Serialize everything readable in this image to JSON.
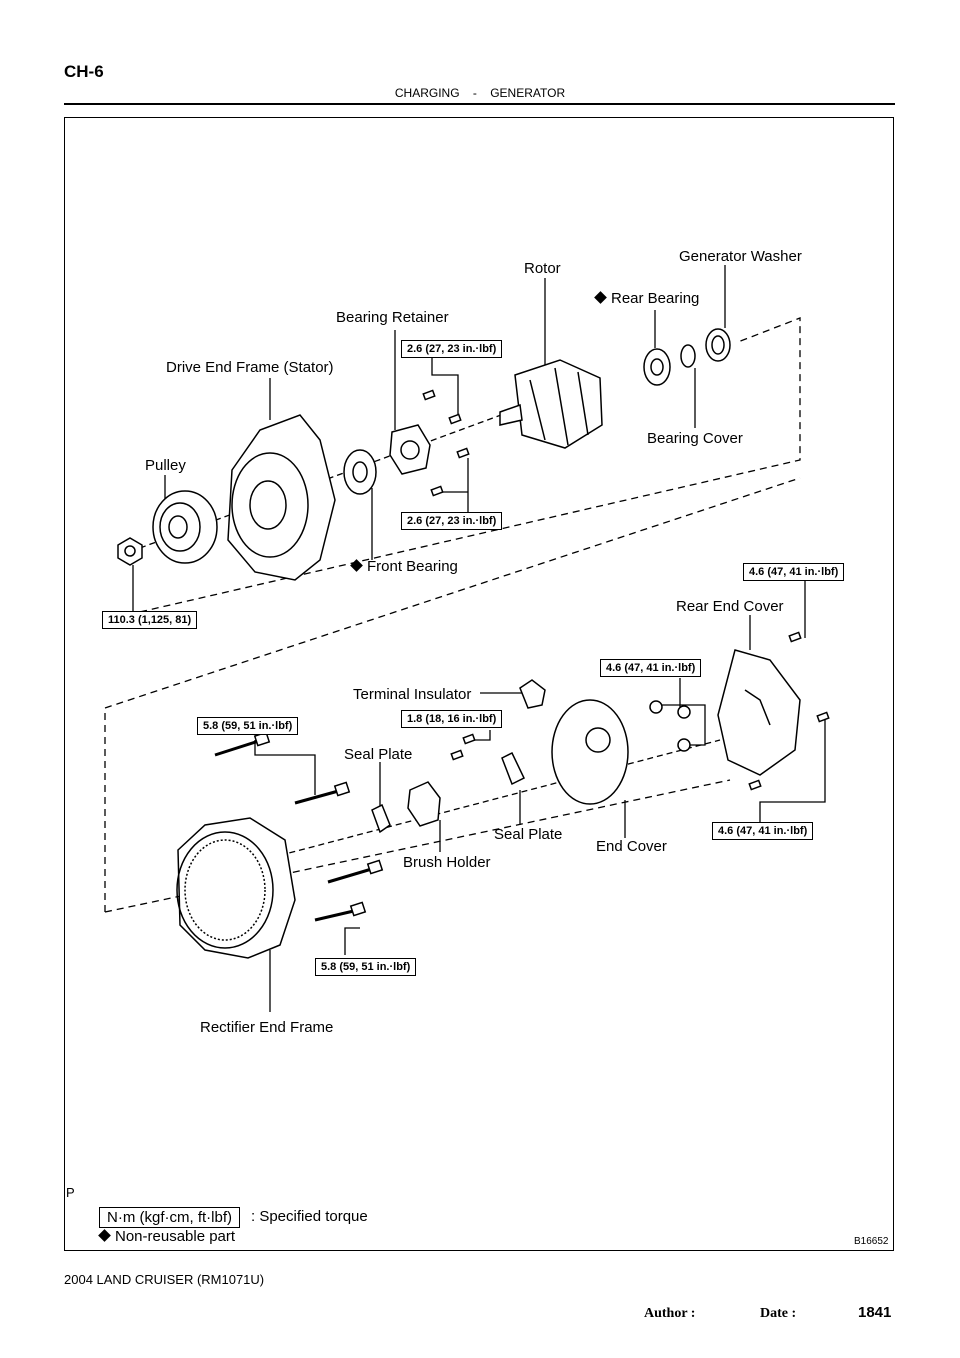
{
  "header": {
    "page_id": "CH-6",
    "section": "CHARGING",
    "separator": "-",
    "subsection": "GENERATOR"
  },
  "parts": {
    "generator_washer": "Generator Washer",
    "rotor": "Rotor",
    "rear_bearing": "Rear Bearing",
    "bearing_retainer": "Bearing Retainer",
    "drive_end_frame": "Drive End Frame (Stator)",
    "bearing_cover": "Bearing Cover",
    "pulley": "Pulley",
    "front_bearing": "Front Bearing",
    "rear_end_cover": "Rear End Cover",
    "terminal_insulator": "Terminal Insulator",
    "seal_plate_1": "Seal Plate",
    "seal_plate_2": "Seal Plate",
    "brush_holder": "Brush Holder",
    "end_cover": "End Cover",
    "rectifier_end_frame": "Rectifier End Frame"
  },
  "torques": {
    "bearing_retainer_upper": "2.6 (27, 23 in.·lbf)",
    "bearing_retainer_lower": "2.6 (27, 23 in.·lbf)",
    "pulley_nut": "110.3 (1,125, 81)",
    "rear_cover_upper": "4.6 (47, 41 in.·lbf)",
    "end_cover_nuts": "4.6 (47, 41 in.·lbf)",
    "rear_cover_lower": "4.6 (47, 41 in.·lbf)",
    "brush_holder": "1.8 (18, 16 in.·lbf)",
    "rectifier_upper": "5.8 (59, 51 in.·lbf)",
    "rectifier_lower": "5.8 (59, 51 in.·lbf)"
  },
  "legend": {
    "torque_unit": "N·m (kgf·cm, ft·lbf)",
    "torque_desc": ": Specified torque",
    "nonreusable": "Non-reusable part"
  },
  "figure": {
    "p_mark": "P",
    "figure_id": "B16652"
  },
  "footer": {
    "model": "2004 LAND CRUISER   (RM1071U)",
    "author_label": "Author :",
    "date_label": "Date :",
    "page_number": "1841"
  }
}
